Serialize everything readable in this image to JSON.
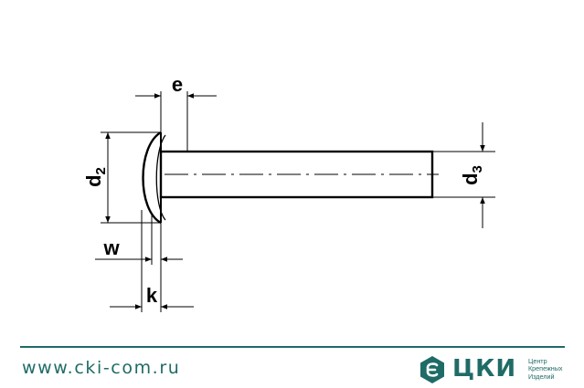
{
  "drawing": {
    "labels": {
      "e": "e",
      "d2_main": "d",
      "d2_sub": "2",
      "d3_main": "d",
      "d3_sub": "3",
      "w": "w",
      "k": "k"
    }
  },
  "footer": {
    "url": "www.cki-com.ru",
    "logo_name": "ЦКИ",
    "logo_tagline": [
      "Центр",
      "Крепежных",
      "Изделий"
    ],
    "brand_color": "#1f6b67"
  }
}
